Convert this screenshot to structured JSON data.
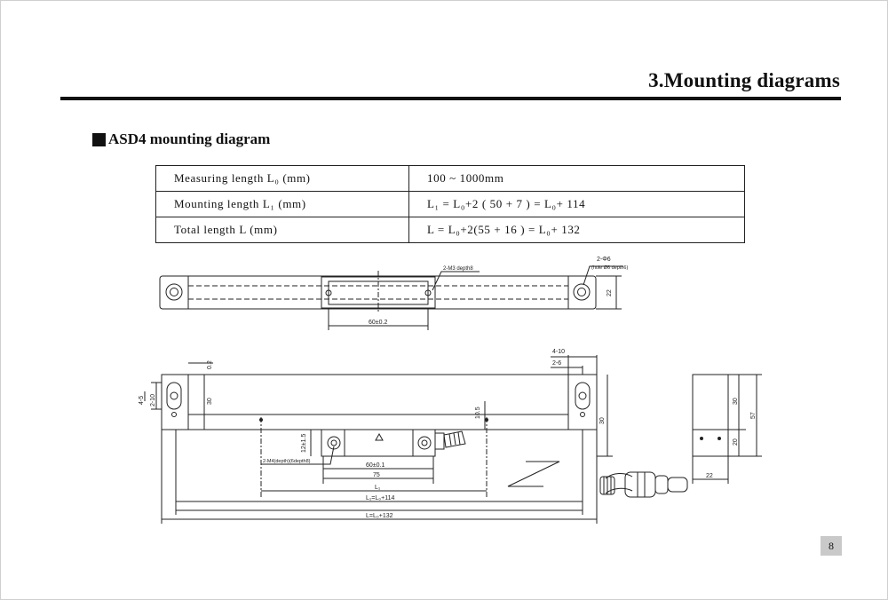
{
  "header": {
    "page_title": "3.Mounting diagrams"
  },
  "section": {
    "title": "ASD4  mounting diagram",
    "icon": "square-icon"
  },
  "specs_table": {
    "rows": [
      {
        "label": "Measuring length L₀ (mm)",
        "value": "100 ~ 1000mm"
      },
      {
        "label": "Mounting length L₁ (mm)",
        "value": "L₁ = L₀+2 ( 50 + 7 ) = L₀+ 114"
      },
      {
        "label": "Total length L (mm)",
        "value": "L = L₀+2(55 + 16 ) = L₀+ 132"
      }
    ]
  },
  "drawing": {
    "top_view": {
      "dim_width": "60±0.2",
      "dim_height": "22",
      "callout_holes": "2-Φ6",
      "callout_holes_sub": "(hole Ø6 depth6)",
      "callout_screw": "2-M3 depth8"
    },
    "front_view": {
      "dim_4_10": "4-10",
      "dim_2_6": "2-6",
      "dim_0_2": "0.2",
      "dim_30": "30",
      "dim_4_5": "4-5",
      "dim_2_10": "2-10",
      "dim_10_5": "10.5",
      "dim_12": "12±1.5",
      "dim_60": "60±0.1",
      "dim_75": "75",
      "dim_l1": "L₁",
      "dim_l1_total": "L₁=L₀+114",
      "dim_l_total": "L=L₀+132",
      "callout_mount": "2-M4(depth)(6depth8)"
    },
    "side_view": {
      "dim_30": "30",
      "dim_20": "20",
      "dim_57": "57",
      "dim_22": "22"
    }
  },
  "footer": {
    "page_number": "8"
  }
}
